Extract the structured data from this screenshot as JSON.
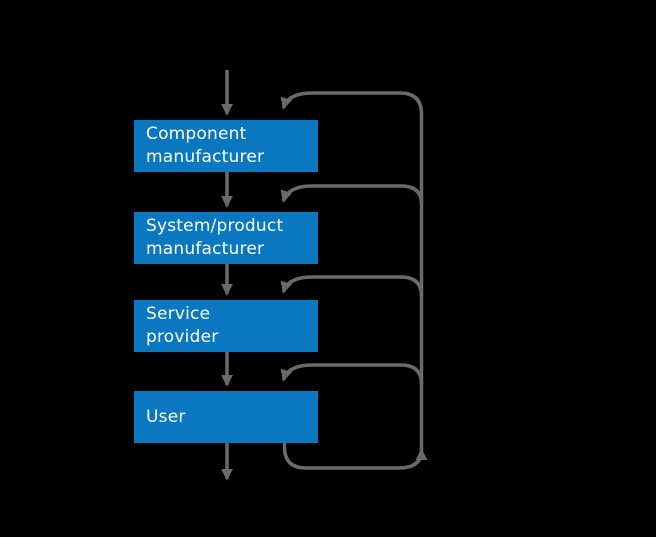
{
  "diagram": {
    "type": "flowchart",
    "colors": {
      "background": "#000000",
      "box_fill": "#0a78c0",
      "box_text": "#ffffff",
      "arrow": "#6a6a6a"
    },
    "boxes": [
      {
        "id": "component-manufacturer",
        "label": "Component manufacturer",
        "lines": [
          "Component",
          "manufacturer"
        ]
      },
      {
        "id": "system-product-manufacturer",
        "label": "System/product manufacturer",
        "lines": [
          "System/product",
          "manufacturer"
        ]
      },
      {
        "id": "service-provider",
        "label": "Service provider",
        "lines": [
          "Service",
          "provider"
        ]
      },
      {
        "id": "user",
        "label": "User",
        "lines": [
          "User"
        ]
      }
    ]
  }
}
